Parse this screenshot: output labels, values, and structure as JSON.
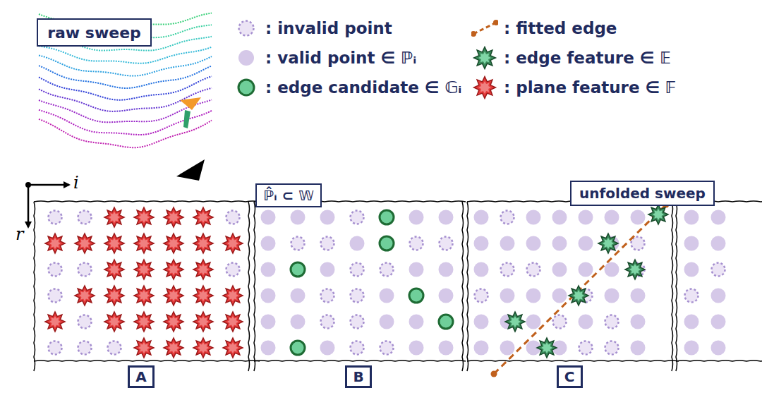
{
  "diagram": {
    "nodes": [
      {
        "text": [
          "raw sweep"
        ]
      },
      {
        "text": [
          "ℙ̂ᵢ ⊂ 𝕎"
        ]
      },
      {
        "text": [
          "unfolded sweep"
        ]
      },
      {
        "text": [
          "A"
        ]
      },
      {
        "text": [
          "B"
        ]
      },
      {
        "text": [
          "C"
        ]
      }
    ],
    "labels": [
      "i",
      "r"
    ],
    "legend": [
      {
        "text": ": invalid point"
      },
      {
        "text": ": valid point ∈ ℙᵢ",
        "color": "#d5c8e8"
      },
      {
        "text": ": edge candidate ∈ 𝔾ᵢ"
      },
      {
        "text": ": fitted edge"
      },
      {
        "text": ": edge feature ∈ 𝔼"
      },
      {
        "text": ": plane feature ∈ 𝔽"
      }
    ]
  }
}
